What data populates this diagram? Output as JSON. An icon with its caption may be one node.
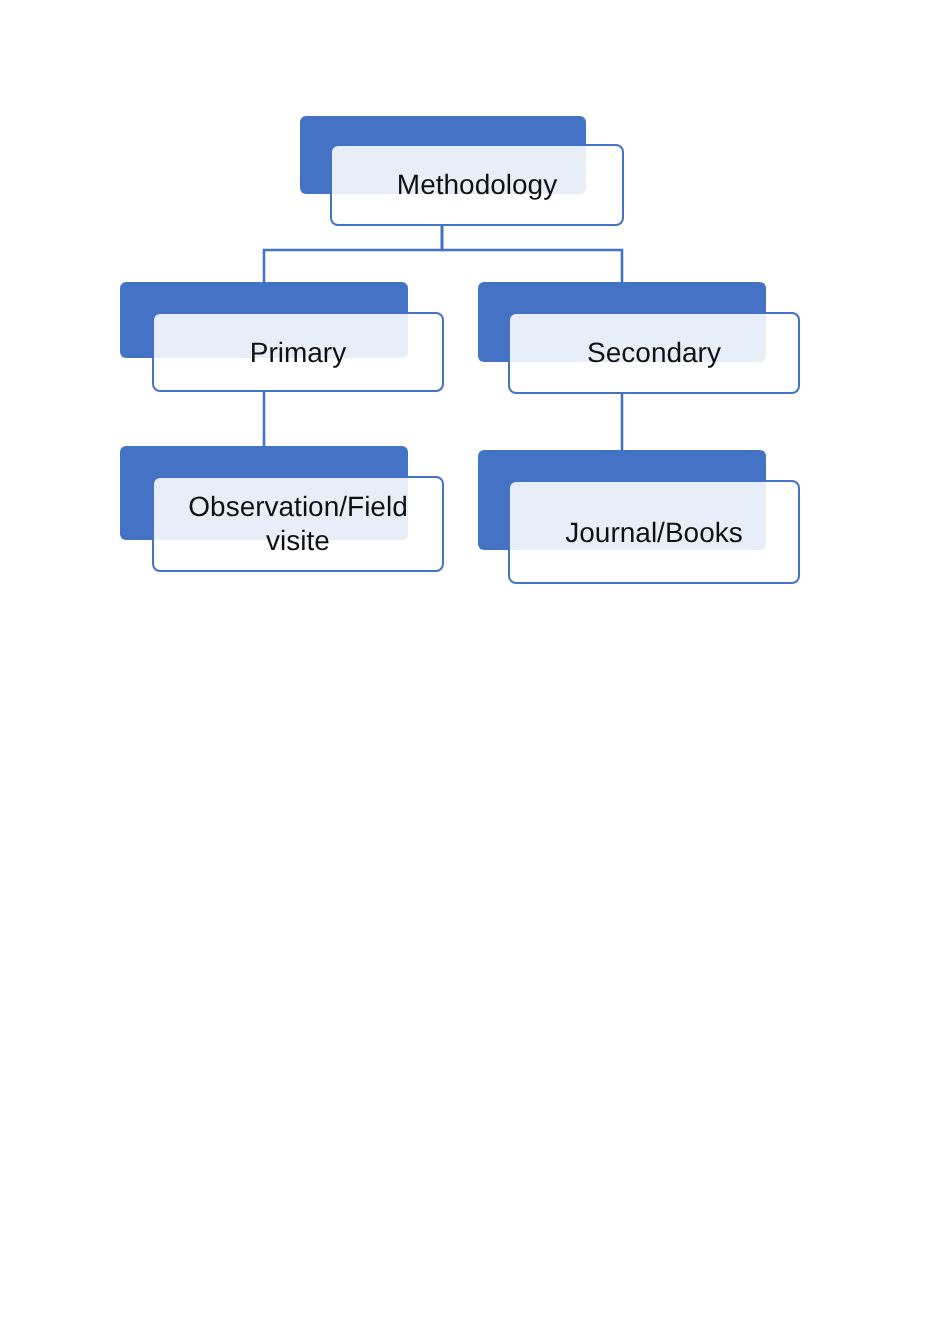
{
  "diagram": {
    "nodes": [
      {
        "text": [
          "Methodology"
        ]
      },
      {
        "text": [
          "Primary"
        ]
      },
      {
        "text": [
          "Secondary"
        ]
      },
      {
        "text": [
          "Observation/Field visite"
        ]
      },
      {
        "text": [
          "Journal/Books"
        ]
      }
    ],
    "edges": [
      {
        "from": 0,
        "to": 1,
        "arrow": "none"
      },
      {
        "from": 0,
        "to": 2,
        "arrow": "none"
      },
      {
        "from": 1,
        "to": 3,
        "arrow": "none"
      },
      {
        "from": 2,
        "to": 4,
        "arrow": "none"
      }
    ]
  }
}
